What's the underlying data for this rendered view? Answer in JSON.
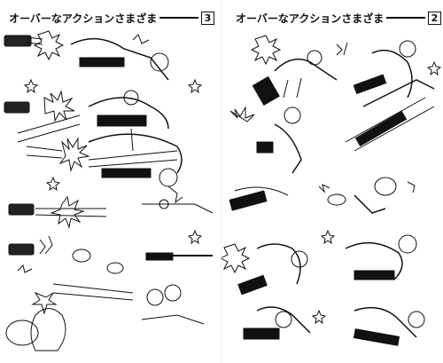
{
  "left_page": {
    "header": {
      "title": "オーバーなアクションさまざま",
      "page_number": "3"
    }
  },
  "right_page": {
    "header": {
      "title": "オーバーなアクションさまざま",
      "page_number": "2"
    }
  },
  "illustration": {
    "left_page_subject": "comic-action-sequences-left",
    "right_page_subject": "comic-action-sequences-right"
  }
}
